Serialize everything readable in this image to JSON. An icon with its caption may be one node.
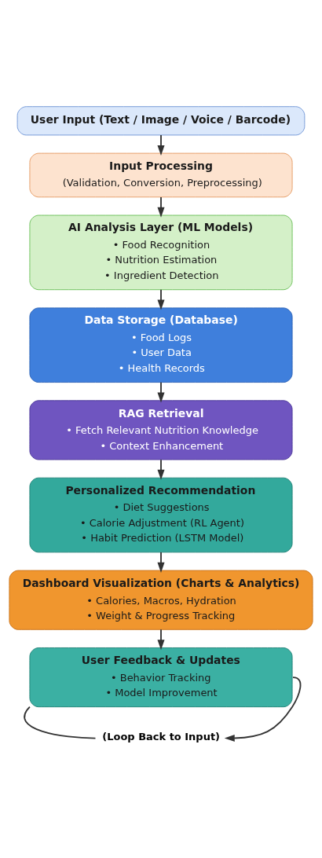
{
  "diagram": {
    "nodes": [
      {
        "text": [
          "User Input (Text / Image / Voice / Barcode)"
        ]
      },
      {
        "text": [
          "Input Processing",
          "(Validation, Conversion, Preprocessing)"
        ]
      },
      {
        "text": [
          "AI Analysis Layer (ML Models)",
          "• Food Recognition",
          "• Nutrition Estimation",
          "• Ingredient Detection"
        ]
      },
      {
        "text": [
          "Data Storage (Database)",
          "• Food Logs",
          "• User Data",
          "• Health Records"
        ]
      },
      {
        "text": [
          "RAG Retrieval",
          "• Fetch Relevant Nutrition Knowledge",
          "• Context Enhancement"
        ]
      },
      {
        "text": [
          "Personalized Recommendation",
          "• Diet Suggestions",
          "• Calorie Adjustment (RL Agent)",
          "• Habit Prediction (LSTM Model)"
        ]
      },
      {
        "text": [
          "Dashboard Visualization (Charts & Analytics)",
          "• Calories, Macros, Hydration",
          "• Weight & Progress Tracking"
        ]
      },
      {
        "text": [
          "User Feedback & Updates",
          "• Behavior Tracking",
          "• Model Improvement"
        ]
      },
      {
        "text": [
          "(Loop Back to Input)"
        ]
      }
    ],
    "edges": [
      {
        "from": 0,
        "to": 1,
        "arrow": "to"
      },
      {
        "from": 1,
        "to": 2,
        "arrow": "to"
      },
      {
        "from": 2,
        "to": 3,
        "arrow": "to"
      },
      {
        "from": 3,
        "to": 4,
        "arrow": "to"
      },
      {
        "from": 4,
        "to": 5,
        "arrow": "to"
      },
      {
        "from": 5,
        "to": 6,
        "arrow": "to"
      },
      {
        "from": 6,
        "to": 7,
        "arrow": "to"
      },
      {
        "from": 7,
        "to": 8,
        "arrow": "none"
      },
      {
        "from": 7,
        "to": 8,
        "arrow": "to"
      }
    ]
  }
}
